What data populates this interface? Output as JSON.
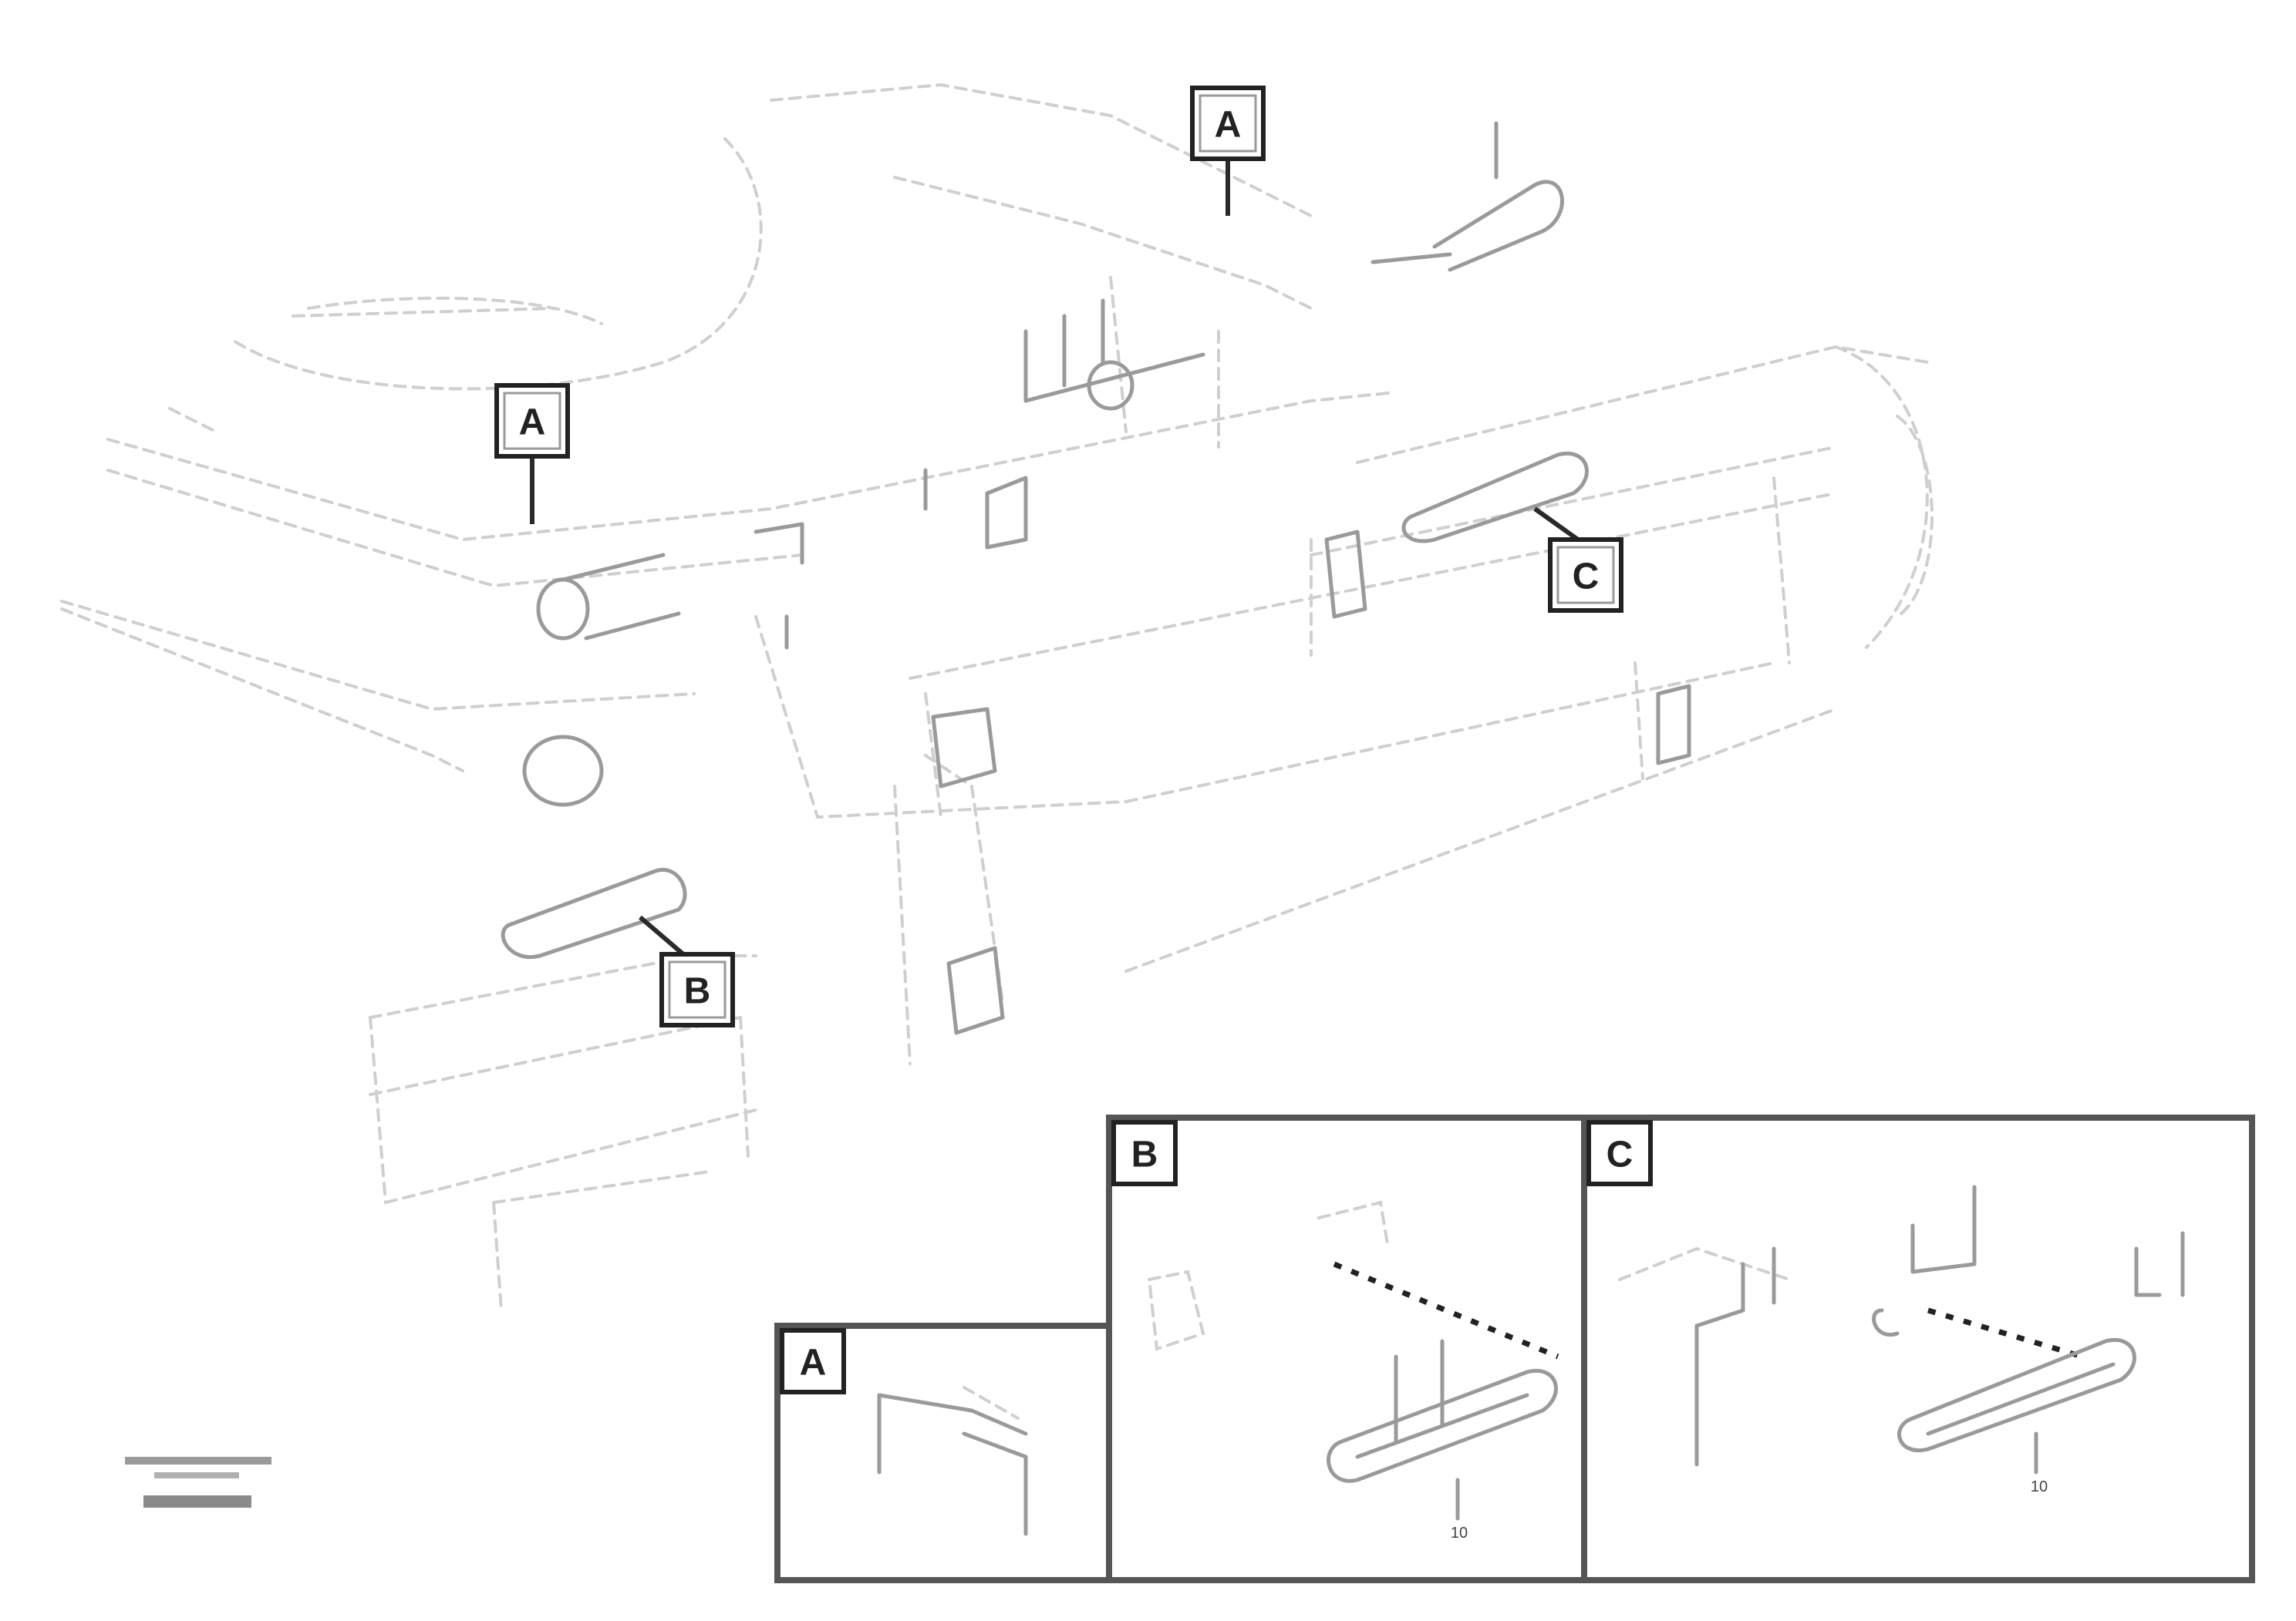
{
  "callouts": {
    "main_a_top": "A",
    "main_a_left": "A",
    "main_b": "B",
    "main_c": "C"
  },
  "details": {
    "a": {
      "label": "A"
    },
    "b": {
      "label": "B"
    },
    "c": {
      "label": "C"
    }
  },
  "part_numbers": {
    "detail_b_bottom": "10",
    "detail_c_bottom": "10"
  }
}
